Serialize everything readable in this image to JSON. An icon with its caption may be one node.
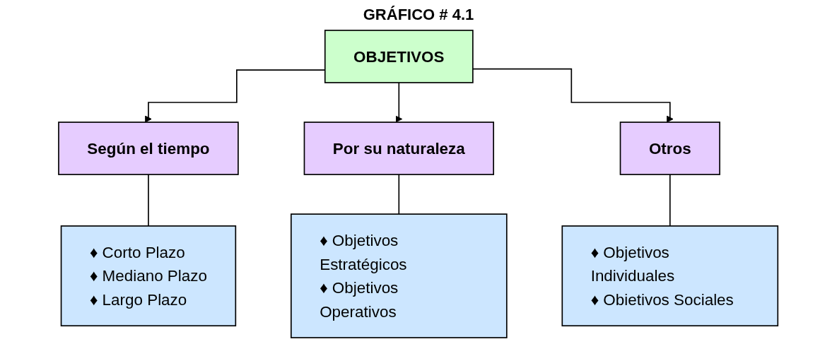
{
  "diagram": {
    "title": "GRÁFICO # 4.1",
    "nodes": [
      {
        "text": [
          "OBJETIVOS"
        ]
      },
      {
        "text": [
          "Según el tiempo"
        ]
      },
      {
        "text": [
          "Por su naturaleza"
        ]
      },
      {
        "text": [
          "Otros"
        ]
      },
      {
        "text": [
          "♦ Corto Plazo",
          "♦ Mediano Plazo",
          "♦ Largo Plazo"
        ]
      },
      {
        "text": [
          "♦ Objetivos Estratégicos",
          "♦ Objetivos Operativos"
        ]
      },
      {
        "text": [
          "♦ Objetivos Individuales",
          "♦ Obietivos Sociales"
        ]
      }
    ],
    "edges": [
      {
        "from": 0,
        "to": 1,
        "arrow": "to"
      },
      {
        "from": 0,
        "to": 2,
        "arrow": "to"
      },
      {
        "from": 0,
        "to": 3,
        "arrow": "to"
      },
      {
        "from": 1,
        "to": 4,
        "arrow": "none"
      },
      {
        "from": 2,
        "to": 5,
        "arrow": "none"
      },
      {
        "from": 3,
        "to": 6,
        "arrow": "none"
      }
    ]
  }
}
